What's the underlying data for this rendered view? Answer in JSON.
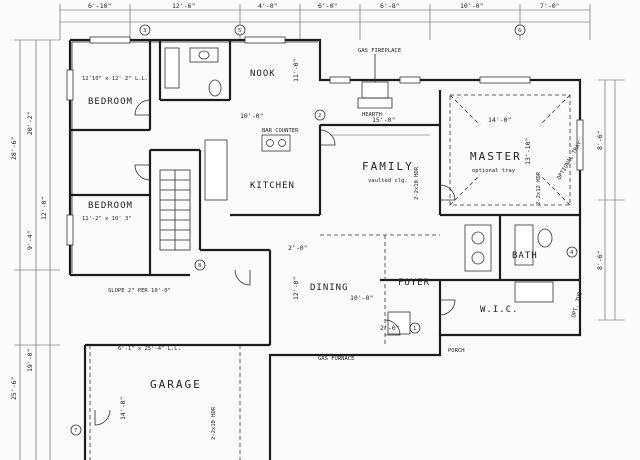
{
  "rooms": {
    "bedroom_upper": {
      "name": "BEDROOM",
      "size": "12'10\" x 12' 2\" L.L."
    },
    "bedroom_lower": {
      "name": "BEDROOM",
      "size": "11'-2\" x 10' 3\""
    },
    "nook": {
      "name": "NOOK"
    },
    "kitchen": {
      "name": "KITCHEN"
    },
    "family": {
      "name": "FAMILY",
      "note": "vaulted clg."
    },
    "master": {
      "name": "MASTER",
      "note": "optional tray"
    },
    "dining": {
      "name": "DINING"
    },
    "foyer": {
      "name": "FOYER"
    },
    "bath": {
      "name": "BATH"
    },
    "wic": {
      "name": "W.I.C."
    },
    "garage": {
      "name": "GARAGE",
      "size": "6'-1\" x 25'-4\" L.L."
    },
    "garage_note": {
      "text": "SLOPE 2\" PER 10'-0\""
    }
  },
  "notes": {
    "gas_fireplace": "GAS FIREPLACE",
    "hearth": "HEARTH",
    "bar_counter": "BAR COUNTER",
    "optional_tray": "OPTIONAL TRAY",
    "porch": "PORCH",
    "gas_furnace": "GAS FURNACE",
    "opt_tub": "OPT. TUB"
  },
  "dimensions": {
    "top": [
      "6'-10\"",
      "12'-6\"",
      "4'-0\"",
      "6'-0\"",
      "6'-8\"",
      "10'-0\"",
      "7'-0\""
    ],
    "left": [
      "28'-6\"",
      "20'-2\"",
      "12'-0\"",
      "9'-4\"",
      "25'-6\"",
      "19'-0\""
    ],
    "right": [
      "8'-6\"",
      "8'-6\""
    ],
    "interior": [
      "15'-0\"",
      "14'-0\"",
      "10'-0\"",
      "13'-10\"",
      "10'-0\"",
      "11'-0\"",
      "12'-0\"",
      "2'-0\"",
      "14'-0\"",
      "2'-0\""
    ]
  },
  "headers": {
    "family": "2-2x10 HDR",
    "master": "2-2x12 HDR",
    "garage": "2-2x10 HDR"
  },
  "markers": [
    "3",
    "5",
    "6",
    "1",
    "2",
    "4",
    "7",
    "8"
  ]
}
